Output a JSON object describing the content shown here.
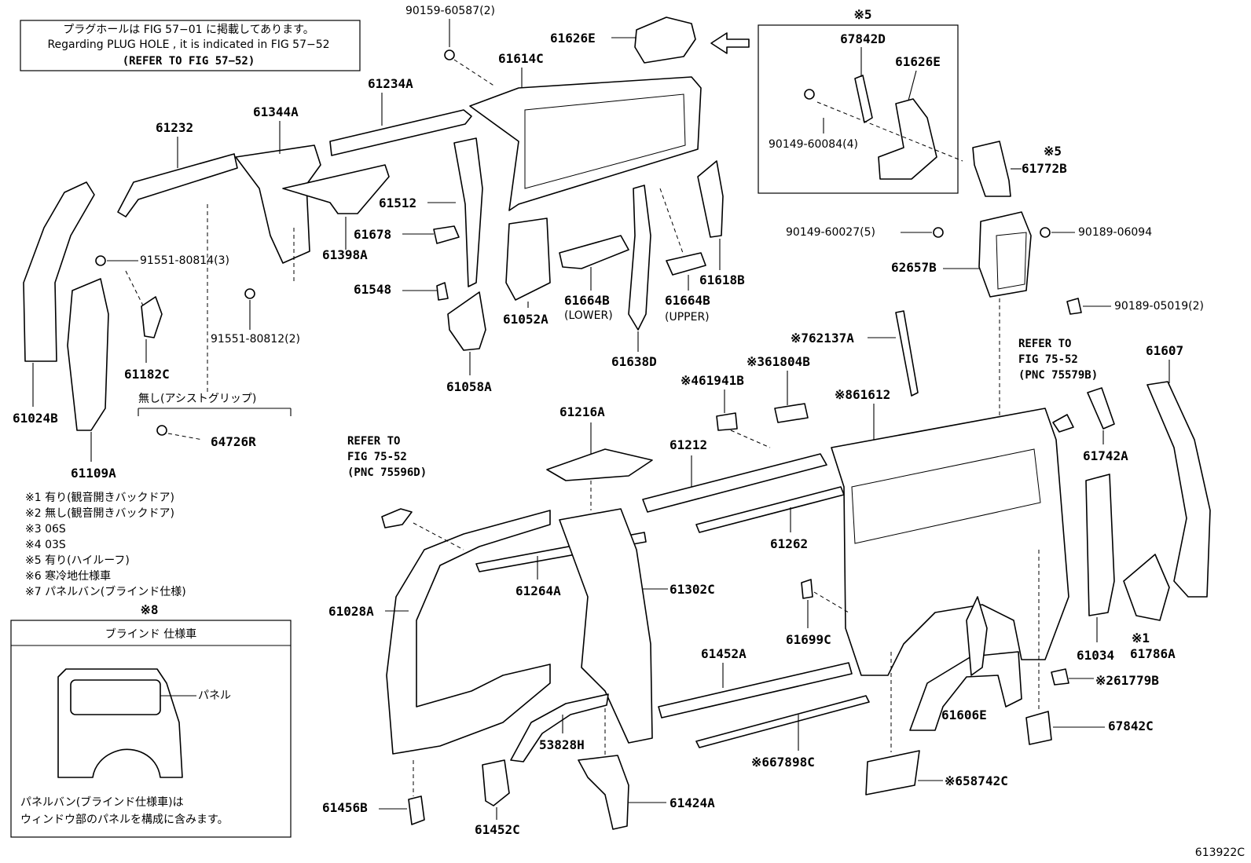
{
  "notice": {
    "line1": "プラグホールは FIG 57−01 に掲載してあります。",
    "line2": "Regarding  PLUG HOLE , it is indicated in FIG 57−52",
    "line3": "(REFER TO FIG 57−52)"
  },
  "inset5": {
    "mark": "※5",
    "p1": "67842D",
    "p2": "61626E",
    "p3": "90149-60084(4)"
  },
  "parts": {
    "p90159_60587": "90159-60587(2)",
    "p61626E": "61626E",
    "p61614C": "61614C",
    "p61234A": "61234A",
    "p61344A": "61344A",
    "p61232": "61232",
    "p61512": "61512",
    "p61678": "61678",
    "p61548": "61548",
    "p61398A": "61398A",
    "p91551_80814": "91551-80814(3)",
    "p91551_80812": "91551-80812(2)",
    "p61182C": "61182C",
    "p61024B": "61024B",
    "p61109A": "61109A",
    "p64726R": "64726R",
    "assist_grip": "無し(アシストグリップ)",
    "p61058A": "61058A",
    "p61052A": "61052A",
    "p61664B_lower": "61664B",
    "lower": "(LOWER)",
    "p61664B_upper": "61664B",
    "upper": "(UPPER)",
    "p61638D": "61638D",
    "p61618B": "61618B",
    "p61772B_mark": "※5",
    "p61772B": "61772B",
    "p90149_60027": "90149-60027(5)",
    "p90189_06094": "90189-06094",
    "p62657B": "62657B",
    "p90189_05019": "90189-05019(2)",
    "p62137A": "※762137A",
    "p61804B": "※361804B",
    "p61941B": "※461941B",
    "p61612": "※861612",
    "p61607": "61607",
    "p61742A": "61742A",
    "p61216A": "61216A",
    "p61212": "61212",
    "p61262": "61262",
    "p61264A": "61264A",
    "p61302C": "61302C",
    "p61028A": "61028A",
    "p61699C": "61699C",
    "p61452A": "61452A",
    "p61034": "61034",
    "p61786A_mark": "※1",
    "p61786A": "61786A",
    "p61779B": "※261779B",
    "p61606E": "61606E",
    "p67842C": "67842C",
    "p67898C": "※667898C",
    "p58742C": "※658742C",
    "p53828H": "53828H",
    "p61424A": "61424A",
    "p61456B": "61456B",
    "p61452C": "61452C",
    "ref1a": "REFER TO",
    "ref1b": "FIG 75-52",
    "ref1c": "(PNC 75596D)",
    "ref2a": "REFER TO",
    "ref2b": "FIG 75-52",
    "ref2c": "(PNC 75579B)"
  },
  "legend": [
    "※1 有り(観音開きバックドア)",
    "※2 無し(観音開きバックドア)",
    "※3 06S",
    "※4 03S",
    "※5 有り(ハイルーフ)",
    "※6 寒冷地仕様車",
    "※7 パネルバン(ブラインド仕様)"
  ],
  "inset8": {
    "mark": "※8",
    "title": "ブラインド 仕様車",
    "panel": "パネル",
    "foot1": "パネルバン(ブラインド仕様車)は",
    "foot2": "ウィンドウ部のパネルを構成に含みます。"
  },
  "figure_code": "613922C"
}
